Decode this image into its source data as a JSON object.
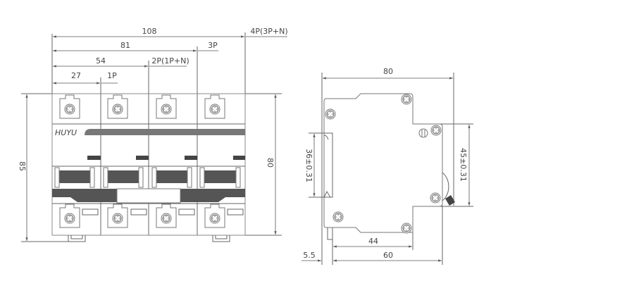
{
  "front_view": {
    "brand": "HUYU",
    "dims": {
      "width_4p": "108",
      "label_4p": "4P(3P+N)",
      "width_3p": "81",
      "label_3p": "3P",
      "width_2p": "54",
      "label_2p": "2P(1P+N)",
      "width_1p": "27",
      "label_1p": "1P",
      "height_total": "85",
      "height_body": "80"
    }
  },
  "side_view": {
    "dims": {
      "depth": "80",
      "rail": "36±0.31",
      "front": "45±0.31",
      "d44": "44",
      "d60": "60",
      "d55": "5.5"
    }
  },
  "colors": {
    "line": "#666666",
    "dark": "#4a4a4a"
  }
}
